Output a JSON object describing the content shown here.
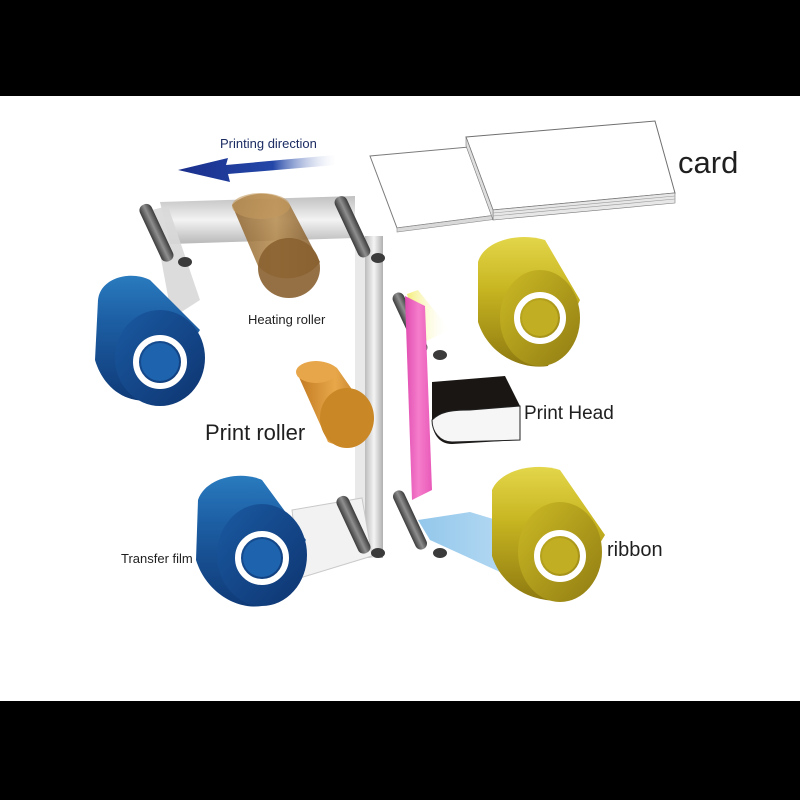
{
  "labels": {
    "card": "card",
    "printing_direction": "Printing direction",
    "heating_roller": "Heating roller",
    "print_roller": "Print roller",
    "print_head": "Print Head",
    "transfer_film": "Transfer film",
    "ribbon": "ribbon"
  },
  "colors": {
    "background_frame": "#000000",
    "panel": "#ffffff",
    "film_roll_blue": "#1f66a8",
    "ribbon_roll_yellow": "#c8b61e",
    "print_roller_orange": "#d89a3a",
    "heating_roller_brown": "#9c6e33",
    "ribbon_magenta": "#ef64c0",
    "ribbon_cyan": "#8ec6ec",
    "arrow_blue": "#1f3f95",
    "print_head_black": "#1a1614"
  }
}
